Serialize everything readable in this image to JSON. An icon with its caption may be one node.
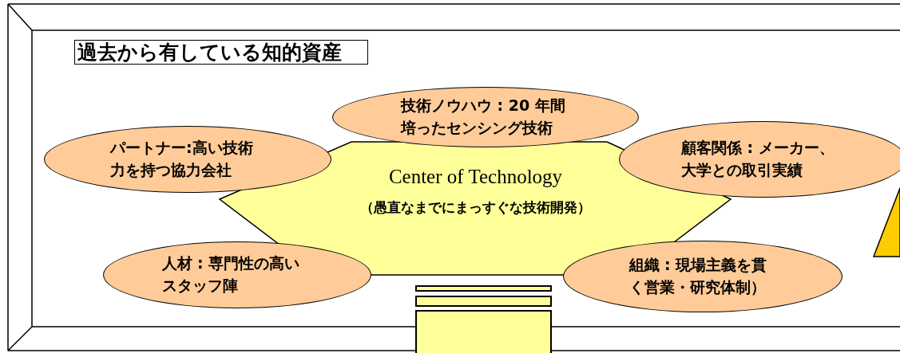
{
  "diagram": {
    "nodes": [
      {
        "text": [
          "過去から有している知的資産"
        ]
      },
      {
        "text": [
          "Center of Technology",
          "（愚直なまでにまっすぐな技術開発）"
        ]
      },
      {
        "text": [
          "技術ノウハウ : 20 年間培ったセンシング技術"
        ]
      },
      {
        "text": [
          "パートナー:高い技術力を持つ協力会社"
        ]
      },
      {
        "text": [
          "顧客関係 : メーカー、大学との取引実績"
        ]
      },
      {
        "text": [
          "人材 : 専門性の高いスタッフ陣"
        ]
      },
      {
        "text": [
          "組織 : 現場主義を貫く営業・研究体制）"
        ]
      }
    ]
  }
}
